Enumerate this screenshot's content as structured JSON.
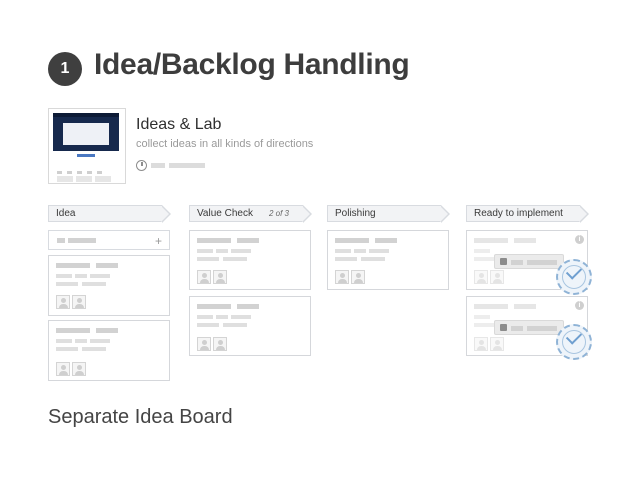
{
  "header": {
    "step_number": "1",
    "title": "Idea/Backlog Handling"
  },
  "board": {
    "name": "Ideas & Lab",
    "description": "collect ideas in all kinds of directions",
    "thumbnail_icon": "board-screenshot-thumbnail"
  },
  "columns": [
    {
      "name": "Idea",
      "count": ""
    },
    {
      "name": "Value Check",
      "count": "2 of 3"
    },
    {
      "name": "Polishing",
      "count": ""
    },
    {
      "name": "Ready to implement",
      "count": ""
    }
  ],
  "add_card_icon": "plus-icon",
  "card_icons": [
    "avatar-icon",
    "info-icon",
    "lock-icon",
    "check-badge-icon"
  ],
  "caption": "Separate Idea Board",
  "colors": {
    "header_bg": "#f2f3f5",
    "card_border": "#d5d7db",
    "placeholder": "#dcdcdc",
    "badge": "#3f3f3f",
    "check_accent": "#6f9fd0"
  }
}
